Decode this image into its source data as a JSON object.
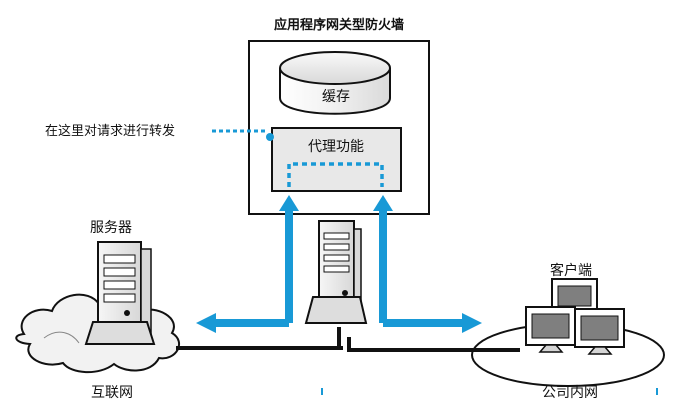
{
  "diagram": {
    "firewall_title": "应用程序网关型防火墙",
    "cache_label": "缓存",
    "proxy_label": "代理功能",
    "annotation": "在这里对请求进行转发",
    "server_label": "服务器",
    "internet_label": "互联网",
    "client_label": "客户端",
    "intranet_label": "公司内网"
  },
  "colors": {
    "arrow_blue": "#1899d6",
    "line_dark": "#111111",
    "panel_gray": "#e8e8e8",
    "cloud_gray": "#f2f2f2"
  }
}
